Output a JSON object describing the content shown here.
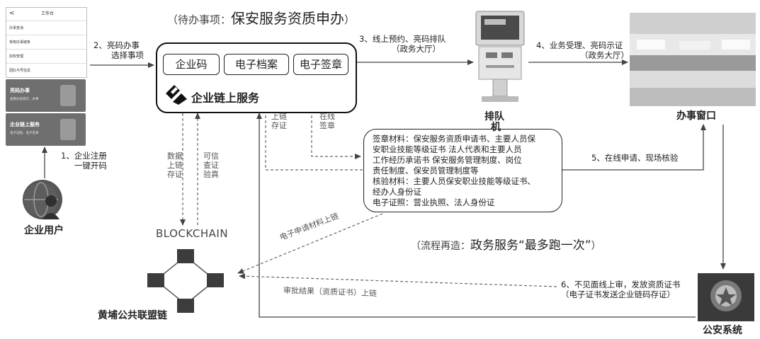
{
  "header": {
    "prefix": "（待办事项：",
    "title": "保安服务资质申办",
    "suffix": "）"
  },
  "phone": {
    "back_glyph": "<",
    "title": "工作台",
    "rows": [
      "办事查询",
      "常用办事链条",
      "授权管理",
      "团队与号信息"
    ]
  },
  "cards": [
    {
      "title": "亮码办事",
      "sub": "查看办证提示，办事"
    },
    {
      "title": "企业链上服务",
      "sub": "电子证照、电子签章"
    }
  ],
  "service": {
    "pills": [
      "企业码",
      "电子档案",
      "电子签章"
    ],
    "logo_text": "企业链上服务"
  },
  "steps": {
    "s1": [
      "1、企业注册",
      "一键开码"
    ],
    "s2": [
      "2、亮码办事",
      "选择事项"
    ],
    "s3": [
      "3、线上预约、亮码排队",
      "（政务大厅）"
    ],
    "s4": [
      "4、业务受理、亮码示证",
      "（政务大厅）"
    ],
    "s5": "5、在线申请、现场核验",
    "s6": [
      "6、不见面线上审，发放资质证书",
      "（电子证书发送企业链码存证）"
    ]
  },
  "nodes": {
    "user": "企业用户",
    "queue": [
      "排队",
      "机"
    ],
    "window": "办事窗口",
    "police": "公安系统",
    "chain_title": "BLOCKCHAIN",
    "chain_name": "黄埔公共联盟链"
  },
  "edge_labels": {
    "data_up": [
      "数据",
      "上链",
      "存证"
    ],
    "trust": [
      "可信",
      "查证",
      "验真"
    ],
    "chain_store": [
      "上链",
      "存证"
    ],
    "online_sign": [
      "在线",
      "签章"
    ],
    "material_up": "电子申请材料上链",
    "result_up": "审批结果（资质证书）上链"
  },
  "materials": [
    "签章材料：保安服务资质申请书、主要人员保",
    "安职业技能等级证书    法人代表和主要人员",
    "工作经历承诺书    保安服务管理制度、岗位",
    "责任制度、保安员管理制度等",
    "核验材料：主要人员保安职业技能等级证书、",
    "经办人身份证",
    "电子证照：营业执照、法人身份证"
  ],
  "slogan": {
    "prefix": "（流程再造：",
    "main": "政务服务“最多跑一次”",
    "suffix": "）"
  }
}
